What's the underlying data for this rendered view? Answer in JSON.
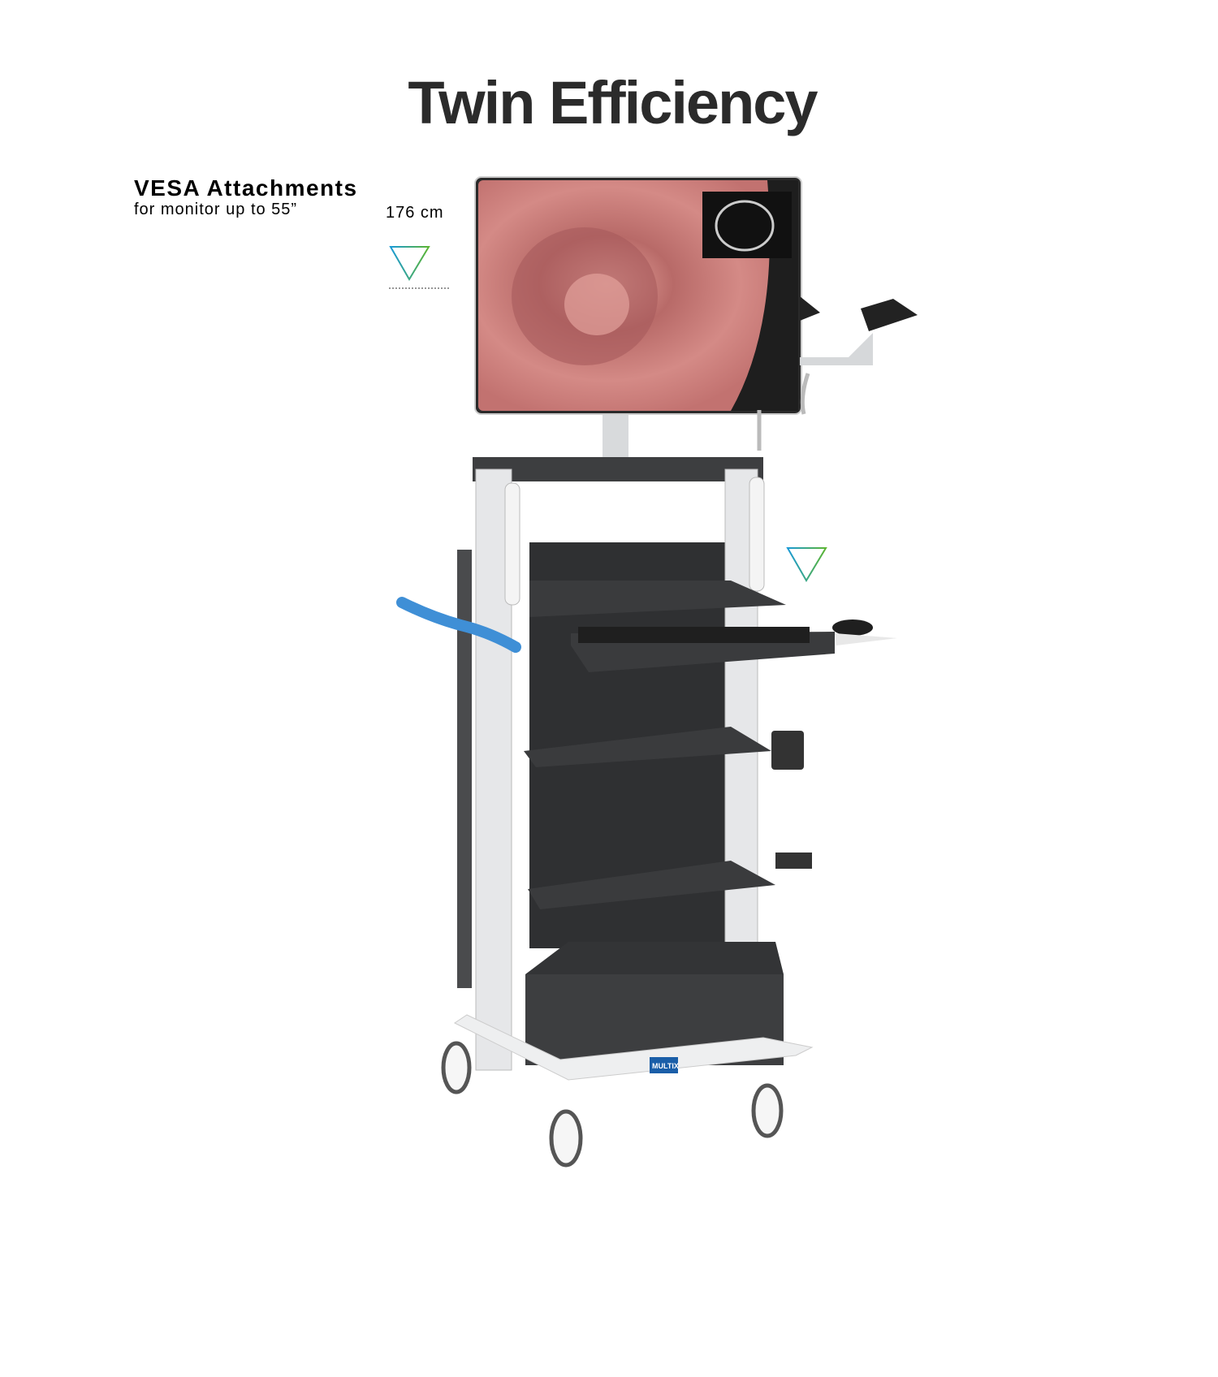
{
  "title": "Twin Efficiency",
  "vesa": {
    "heading": "VESA Attachments",
    "subtitle": "for monitor up to 55”"
  },
  "height_label": "176 cm",
  "brand_badge": "MULTIX",
  "colors": {
    "accent_blue": "#1a9ad6",
    "accent_green": "#5cb531",
    "cart_dark": "#3a3b3d",
    "handle_blue": "#3f8fd6"
  }
}
